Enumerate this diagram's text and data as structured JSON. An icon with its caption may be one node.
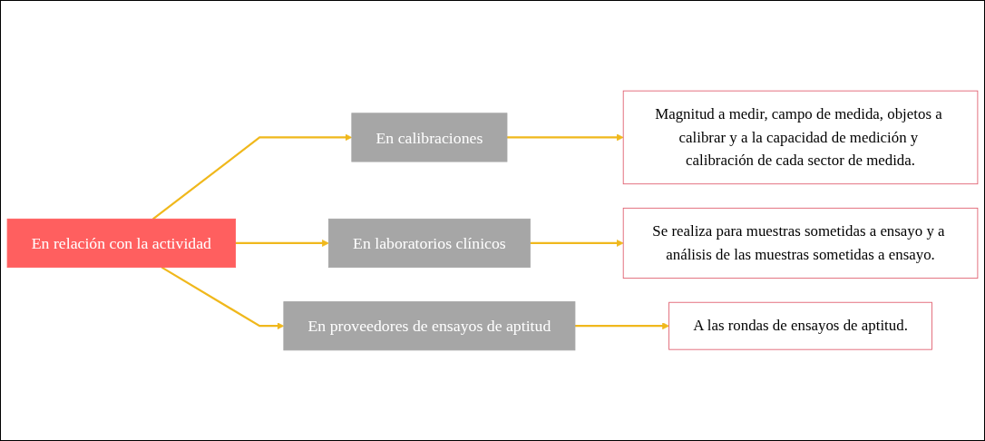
{
  "diagram": {
    "nodes": [
      {
        "text": [
          "En relación con la actividad"
        ]
      },
      {
        "text": [
          "En calibraciones"
        ]
      },
      {
        "text": [
          "En laboratorios clínicos"
        ]
      },
      {
        "text": [
          "En proveedores de ensayos de aptitud"
        ]
      },
      {
        "text": [
          "Magnitud a medir, campo de medida, objetos a calibrar y a la capacidad de medición y calibración de cada sector de medida."
        ]
      },
      {
        "text": [
          "Se realiza para muestras sometidas a ensayo y a análisis de las muestras sometidas a ensayo."
        ]
      },
      {
        "text": [
          "A las rondas de ensayos de aptitud."
        ]
      }
    ],
    "edges": [
      {
        "from": 0,
        "to": 1,
        "arrow": "to"
      },
      {
        "from": 0,
        "to": 2,
        "arrow": "to"
      },
      {
        "from": 0,
        "to": 3,
        "arrow": "to"
      },
      {
        "from": 1,
        "to": 4,
        "arrow": "to"
      },
      {
        "from": 2,
        "to": 5,
        "arrow": "to"
      },
      {
        "from": 3,
        "to": 6,
        "arrow": "to"
      }
    ]
  }
}
